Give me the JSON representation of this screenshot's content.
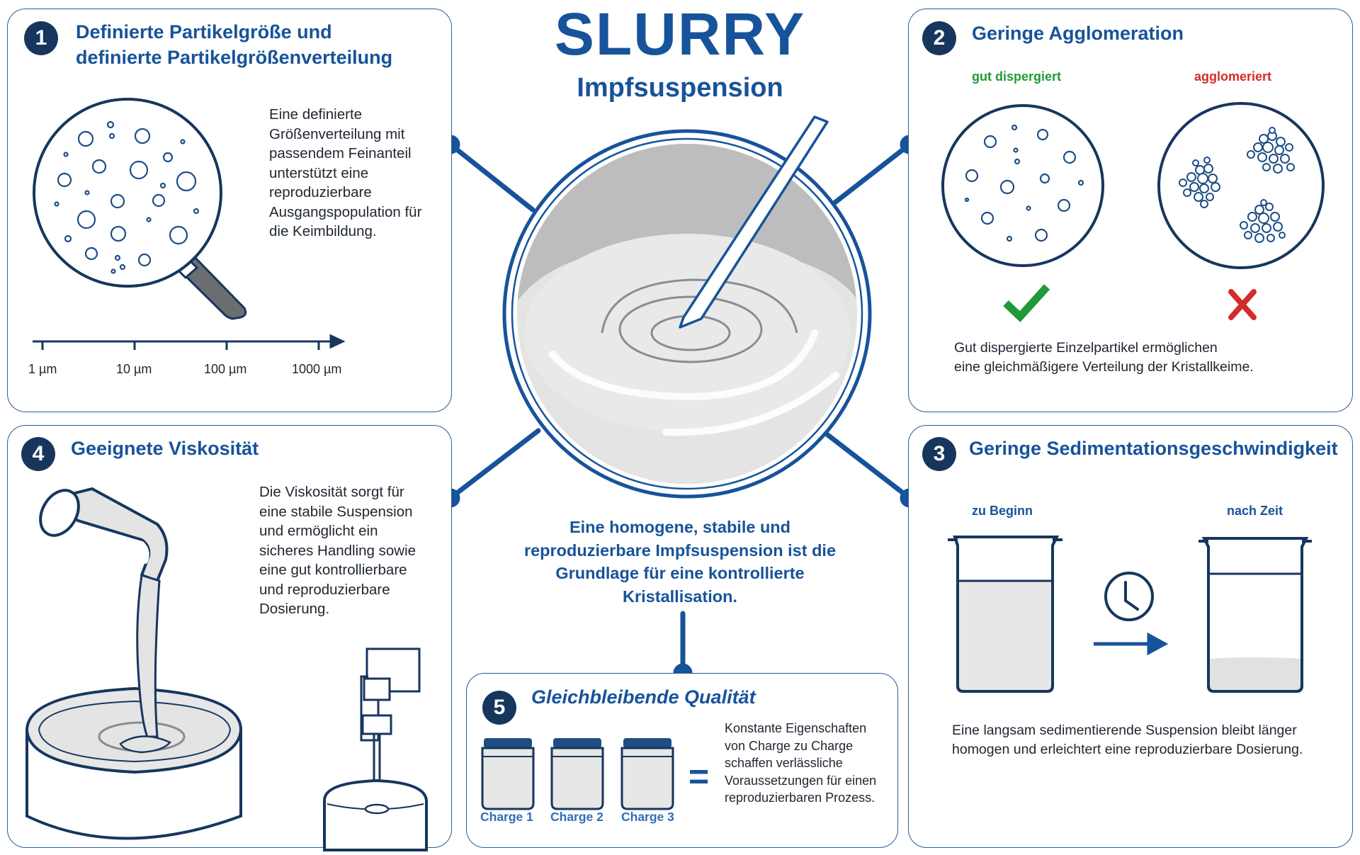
{
  "title": "SLURRY",
  "subtitle": "Impfsuspension",
  "center_text": "Eine homogene, stabile und reproduzierbare Impfsuspension ist die Grundlage für eine kontrollierte Kristallisation.",
  "colors": {
    "brand": "#17539a",
    "dark": "#17365e",
    "good": "#1f9a3a",
    "bad": "#d42b2b",
    "liquid": "#e6e7e6"
  },
  "panel1": {
    "number": "1",
    "title_line1": "Definierte Partikelgröße und",
    "title_line2": "definierte Partikelgrößenverteilung",
    "text": "Eine definierte Größenverteilung mit passendem Feinanteil unterstützt eine reproduzierbare Ausgangspopulation für die Keimbildung.",
    "icon": "magnifier-icon",
    "scale_ticks": [
      "1 µm",
      "10 µm",
      "100 µm",
      "1000 µm"
    ]
  },
  "panel2": {
    "number": "2",
    "title": "Geringe Agglomeration",
    "label_good": "gut dispergiert",
    "label_bad": "agglomeriert",
    "text_line1": "Gut dispergierte Einzelpartikel ermöglichen",
    "text_line2": "eine gleichmäßigere Verteilung der Kristallkeime.",
    "icons": [
      "checkmark-icon",
      "cross-icon"
    ]
  },
  "panel3": {
    "number": "3",
    "title": "Geringe Sedimentationsgeschwindigkeit",
    "label_start": "zu Beginn",
    "label_after": "nach Zeit",
    "text": "Eine langsam sedimentierende Suspension bleibt länger homogen und erleichtert eine reproduzierbare Dosierung.",
    "icons": [
      "beaker-icon",
      "clock-icon",
      "arrow-right-icon"
    ]
  },
  "panel4": {
    "number": "4",
    "title": "Geeignete Viskosität",
    "text": "Die Viskosität sorgt für eine stabile Suspension und ermöglicht ein sicheres Handling sowie eine gut kontrollierbare und reproduzierbare Dosierung.",
    "icons": [
      "pouring-pipe-icon",
      "stirrer-icon"
    ]
  },
  "panel5": {
    "number": "5",
    "title": "Gleichbleibende Qualität",
    "charges": [
      "Charge 1",
      "Charge 2",
      "Charge 3"
    ],
    "equals": "=",
    "text": "Konstante Eigenschaften von Charge zu Charge schaffen verlässliche Voraussetzungen für einen reproduzierbaren Prozess."
  }
}
